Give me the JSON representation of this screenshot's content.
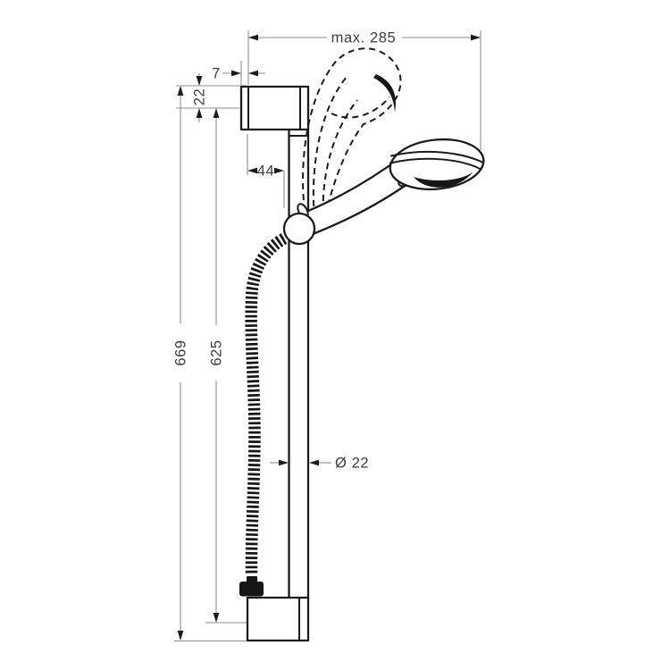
{
  "page": {
    "background": "#ffffff",
    "kind": "technical dimension drawing",
    "subject": "shower slide bar set with hand shower, slider holder and flexible hose"
  },
  "drawing": {
    "colors": {
      "outline": "#1c1c1c",
      "dimension_line": "#8f8f8f",
      "arrowhead": "#1c1c1c",
      "text": "#3c3c3c",
      "background": "#ffffff"
    },
    "dimensions": {
      "max_reach": "max. 285",
      "wall_plate_depth": "7",
      "bracket_height": "22",
      "wall_to_hose": "44",
      "overall_height": "669",
      "bar_length": "625",
      "bar_diameter": "Ø 22"
    }
  }
}
